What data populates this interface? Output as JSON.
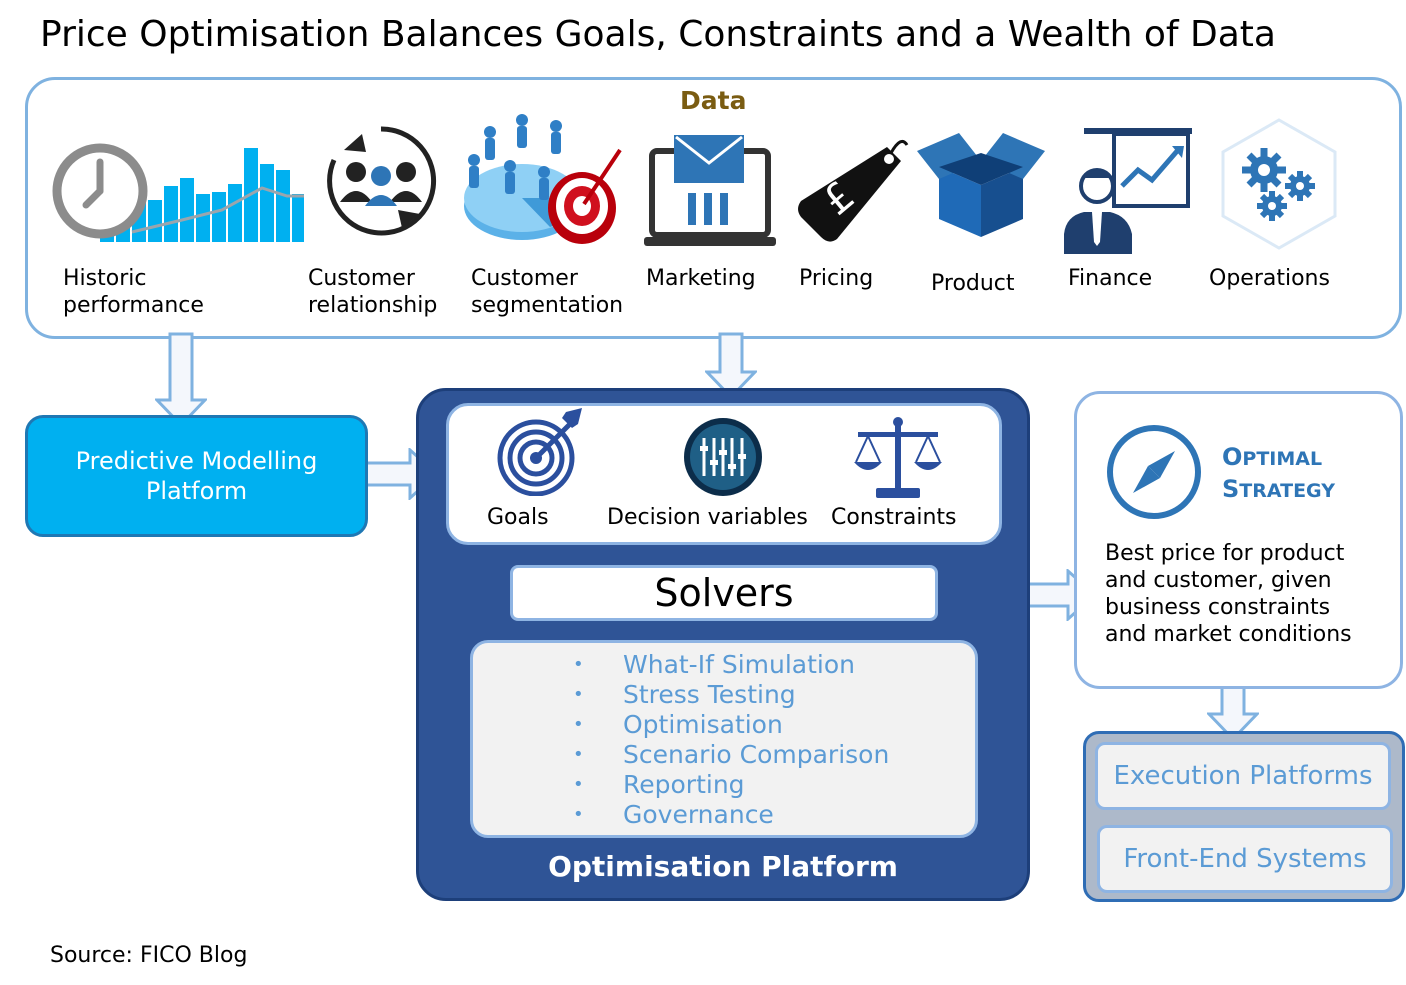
{
  "title": "Price Optimisation Balances Goals, Constraints and a Wealth of Data",
  "data_section": {
    "heading": "Data",
    "items": [
      {
        "label_line1": "Historic",
        "label_line2": "performance",
        "icon": "clock-bar-chart-icon"
      },
      {
        "label_line1": "Customer",
        "label_line2": "relationship",
        "icon": "customer-cycle-icon"
      },
      {
        "label_line1": "Customer",
        "label_line2": "segmentation",
        "icon": "segmentation-target-icon"
      },
      {
        "label_line1": "Marketing",
        "label_line2": "",
        "icon": "laptop-mail-icon"
      },
      {
        "label_line1": "Pricing",
        "label_line2": "",
        "icon": "price-tag-icon"
      },
      {
        "label_line1": "Product",
        "label_line2": "",
        "icon": "open-box-icon"
      },
      {
        "label_line1": "Finance",
        "label_line2": "",
        "icon": "presenter-chart-icon"
      },
      {
        "label_line1": "Operations",
        "label_line2": "",
        "icon": "gears-icon"
      }
    ]
  },
  "predictive": {
    "line1": "Predictive Modelling",
    "line2": "Platform"
  },
  "optimisation": {
    "inputs": [
      {
        "label": "Goals",
        "icon": "target-icon"
      },
      {
        "label": "Decision variables",
        "icon": "sliders-icon"
      },
      {
        "label": "Constraints",
        "icon": "scales-icon"
      }
    ],
    "solvers": "Solvers",
    "features": [
      "What-If Simulation",
      "Stress Testing",
      "Optimisation",
      "Scenario Comparison",
      "Reporting",
      "Governance"
    ],
    "bullet": "•",
    "platform_label": "Optimisation Platform"
  },
  "strategy": {
    "title_line1_cap": "O",
    "title_line1_rest": "PTIMAL",
    "title_line2_cap": "S",
    "title_line2_rest": "TRATEGY",
    "desc_lines": [
      "Best price for product",
      "and customer, given",
      "business constraints",
      "and market conditions"
    ],
    "icon": "compass-icon"
  },
  "execution": {
    "items": [
      "Execution Platforms",
      "Front-End Systems"
    ]
  },
  "source": "Source: FICO Blog",
  "colors": {
    "accent_blue": "#5b9bd5",
    "dark_blue": "#2f5496",
    "cyan": "#00b0f0",
    "heading_brown": "#7a5c12"
  }
}
